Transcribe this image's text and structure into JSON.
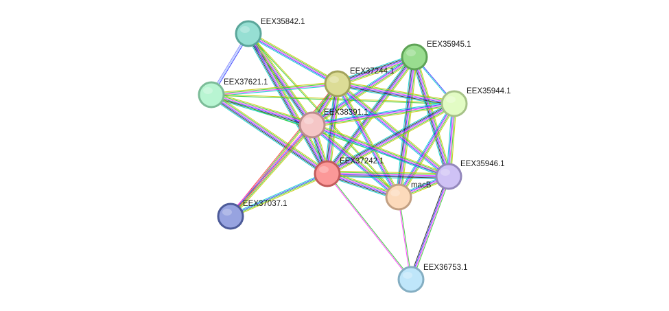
{
  "network": {
    "nodes": [
      {
        "id": "EEX35842.1",
        "label": "EEX35842.1",
        "fill": "#96dfd3",
        "stroke": "#5aa69a"
      },
      {
        "id": "EEX35945.1",
        "label": "EEX35945.1",
        "fill": "#99dd8f",
        "stroke": "#5ea356"
      },
      {
        "id": "EEX37244.1",
        "label": "EEX37244.1",
        "fill": "#dcdc96",
        "stroke": "#a3a35b"
      },
      {
        "id": "EEX37621.1",
        "label": "EEX37621.1",
        "fill": "#b8f5d2",
        "stroke": "#7cbc98"
      },
      {
        "id": "EEX35944.1",
        "label": "EEX35944.1",
        "fill": "#e2fcc4",
        "stroke": "#a6c288"
      },
      {
        "id": "EEX38391.1",
        "label": "EEX38391.1",
        "fill": "#f5c6c6",
        "stroke": "#bc8c8c"
      },
      {
        "id": "EEX37242.1",
        "label": "EEX37242.1",
        "fill": "#fb9898",
        "stroke": "#c25b5b"
      },
      {
        "id": "EEX35946.1",
        "label": "EEX35946.1",
        "fill": "#cfc2f5",
        "stroke": "#9488bc"
      },
      {
        "id": "macB",
        "label": "macB",
        "fill": "#fcdabb",
        "stroke": "#c2a083"
      },
      {
        "id": "EEX37037.1",
        "label": "EEX37037.1",
        "fill": "#97a3e0",
        "stroke": "#4d5b99"
      },
      {
        "id": "EEX36753.1",
        "label": "EEX36753.1",
        "fill": "#bfe6fa",
        "stroke": "#84aec2"
      }
    ],
    "edges": [
      {
        "source": "EEX35842.1",
        "target": "EEX37621.1",
        "colors": [
          "#3333ff",
          "#a0c8ff",
          "#8080ff"
        ]
      },
      {
        "source": "EEX35842.1",
        "target": "EEX37244.1",
        "colors": [
          "#c8c800",
          "#33cc33",
          "#ff33ff",
          "#3333ff",
          "#00cccc"
        ]
      },
      {
        "source": "EEX35842.1",
        "target": "EEX38391.1",
        "colors": [
          "#c8c800",
          "#33cc33",
          "#ff33ff",
          "#3333ff",
          "#222222",
          "#00cccc"
        ]
      },
      {
        "source": "EEX35842.1",
        "target": "EEX37242.1",
        "colors": [
          "#c8c800",
          "#33cc33",
          "#ff33ff",
          "#3333ff",
          "#222222",
          "#00cccc"
        ]
      },
      {
        "source": "EEX35842.1",
        "target": "macB",
        "colors": [
          "#c8c800",
          "#33cc33"
        ]
      },
      {
        "source": "EEX37621.1",
        "target": "EEX37244.1",
        "colors": [
          "#c8c800",
          "#33cc33",
          "#ff33ff",
          "#00cccc"
        ]
      },
      {
        "source": "EEX37621.1",
        "target": "EEX38391.1",
        "colors": [
          "#c8c800",
          "#33cc33",
          "#ff33ff",
          "#3333ff",
          "#222222",
          "#00cccc"
        ]
      },
      {
        "source": "EEX37621.1",
        "target": "EEX37242.1",
        "colors": [
          "#c8c800",
          "#33cc33",
          "#ff33ff",
          "#3333ff",
          "#222222",
          "#00cccc"
        ]
      },
      {
        "source": "EEX37621.1",
        "target": "EEX35944.1",
        "colors": [
          "#c8c800",
          "#33cc33"
        ]
      },
      {
        "source": "EEX37621.1",
        "target": "EEX35946.1",
        "colors": [
          "#33cc33"
        ]
      },
      {
        "source": "EEX35945.1",
        "target": "EEX37244.1",
        "colors": [
          "#c8c800",
          "#33cc33",
          "#ff33ff",
          "#3333ff",
          "#222222",
          "#00cccc"
        ]
      },
      {
        "source": "EEX35945.1",
        "target": "EEX35944.1",
        "colors": [
          "#3333ff",
          "#00cccc"
        ]
      },
      {
        "source": "EEX35945.1",
        "target": "EEX38391.1",
        "colors": [
          "#c8c800",
          "#33cc33",
          "#ff33ff",
          "#3333ff",
          "#00cccc"
        ]
      },
      {
        "source": "EEX35945.1",
        "target": "EEX37242.1",
        "colors": [
          "#c8c800",
          "#33cc33",
          "#ff33ff",
          "#3333ff",
          "#222222",
          "#00cccc"
        ]
      },
      {
        "source": "EEX35945.1",
        "target": "EEX35946.1",
        "colors": [
          "#c8c800",
          "#33cc33",
          "#ff33ff",
          "#3333ff",
          "#222222",
          "#00cccc"
        ]
      },
      {
        "source": "EEX35945.1",
        "target": "macB",
        "colors": [
          "#c8c800",
          "#33cc33",
          "#ff33ff",
          "#3333ff",
          "#222222",
          "#00cccc"
        ]
      },
      {
        "source": "EEX37244.1",
        "target": "EEX35944.1",
        "colors": [
          "#c8c800",
          "#33cc33",
          "#ff33ff",
          "#3333ff",
          "#222222",
          "#00cccc"
        ]
      },
      {
        "source": "EEX37244.1",
        "target": "EEX38391.1",
        "colors": [
          "#c8c800",
          "#33cc33",
          "#ff33ff",
          "#3333ff",
          "#222222",
          "#00cccc"
        ]
      },
      {
        "source": "EEX37244.1",
        "target": "EEX37242.1",
        "colors": [
          "#c8c800",
          "#33cc33",
          "#ff33ff",
          "#3333ff",
          "#222222",
          "#00cccc"
        ]
      },
      {
        "source": "EEX37244.1",
        "target": "EEX35946.1",
        "colors": [
          "#c8c800",
          "#33cc33",
          "#ff33ff",
          "#3333ff",
          "#00cccc"
        ]
      },
      {
        "source": "EEX37244.1",
        "target": "macB",
        "colors": [
          "#c8c800",
          "#33cc33",
          "#ff33ff",
          "#3333ff",
          "#00cccc"
        ]
      },
      {
        "source": "EEX37244.1",
        "target": "EEX37037.1",
        "colors": [
          "#c8c800",
          "#33cc33",
          "#ff3333"
        ]
      },
      {
        "source": "EEX35944.1",
        "target": "EEX38391.1",
        "colors": [
          "#c8c800",
          "#33cc33",
          "#ff33ff",
          "#3333ff",
          "#00cccc"
        ]
      },
      {
        "source": "EEX35944.1",
        "target": "EEX37242.1",
        "colors": [
          "#c8c800",
          "#33cc33",
          "#ff33ff",
          "#3333ff",
          "#222222",
          "#00cccc"
        ]
      },
      {
        "source": "EEX35944.1",
        "target": "EEX35946.1",
        "colors": [
          "#c8c800",
          "#33cc33",
          "#ff33ff",
          "#3333ff",
          "#00cccc"
        ]
      },
      {
        "source": "EEX35944.1",
        "target": "macB",
        "colors": [
          "#c8c800",
          "#33cc33",
          "#ff33ff",
          "#3333ff",
          "#00cccc"
        ]
      },
      {
        "source": "EEX38391.1",
        "target": "EEX37242.1",
        "colors": [
          "#c8c800",
          "#33cc33",
          "#ff33ff",
          "#3333ff",
          "#222222",
          "#00cccc"
        ]
      },
      {
        "source": "EEX38391.1",
        "target": "EEX35946.1",
        "colors": [
          "#c8c800",
          "#33cc33",
          "#ff33ff",
          "#3333ff",
          "#00cccc"
        ]
      },
      {
        "source": "EEX38391.1",
        "target": "macB",
        "colors": [
          "#c8c800",
          "#33cc33",
          "#ff33ff",
          "#3333ff",
          "#00cccc"
        ]
      },
      {
        "source": "EEX38391.1",
        "target": "EEX37037.1",
        "colors": [
          "#c8c800",
          "#33cc33",
          "#ff3333",
          "#3333ff",
          "#ff33ff"
        ]
      },
      {
        "source": "EEX37242.1",
        "target": "EEX35946.1",
        "colors": [
          "#c8c800",
          "#33cc33",
          "#ff33ff",
          "#3333ff",
          "#222222",
          "#00cccc"
        ]
      },
      {
        "source": "EEX37242.1",
        "target": "macB",
        "colors": [
          "#c8c800",
          "#33cc33",
          "#ff33ff",
          "#3333ff",
          "#222222",
          "#00cccc"
        ]
      },
      {
        "source": "EEX37242.1",
        "target": "EEX37037.1",
        "colors": [
          "#c8c800",
          "#33cc33",
          "#3333ff",
          "#00cccc"
        ]
      },
      {
        "source": "EEX37242.1",
        "target": "EEX36753.1",
        "colors": [
          "#33cc33",
          "#ff33ff"
        ]
      },
      {
        "source": "EEX35946.1",
        "target": "macB",
        "colors": [
          "#c8c800",
          "#33cc33",
          "#ff33ff",
          "#3333ff",
          "#00cccc"
        ]
      },
      {
        "source": "EEX35946.1",
        "target": "EEX36753.1",
        "colors": [
          "#33cc33",
          "#ff33ff",
          "#3333ff",
          "#222222"
        ]
      },
      {
        "source": "macB",
        "target": "EEX36753.1",
        "colors": [
          "#33cc33",
          "#ff33ff"
        ]
      }
    ]
  }
}
